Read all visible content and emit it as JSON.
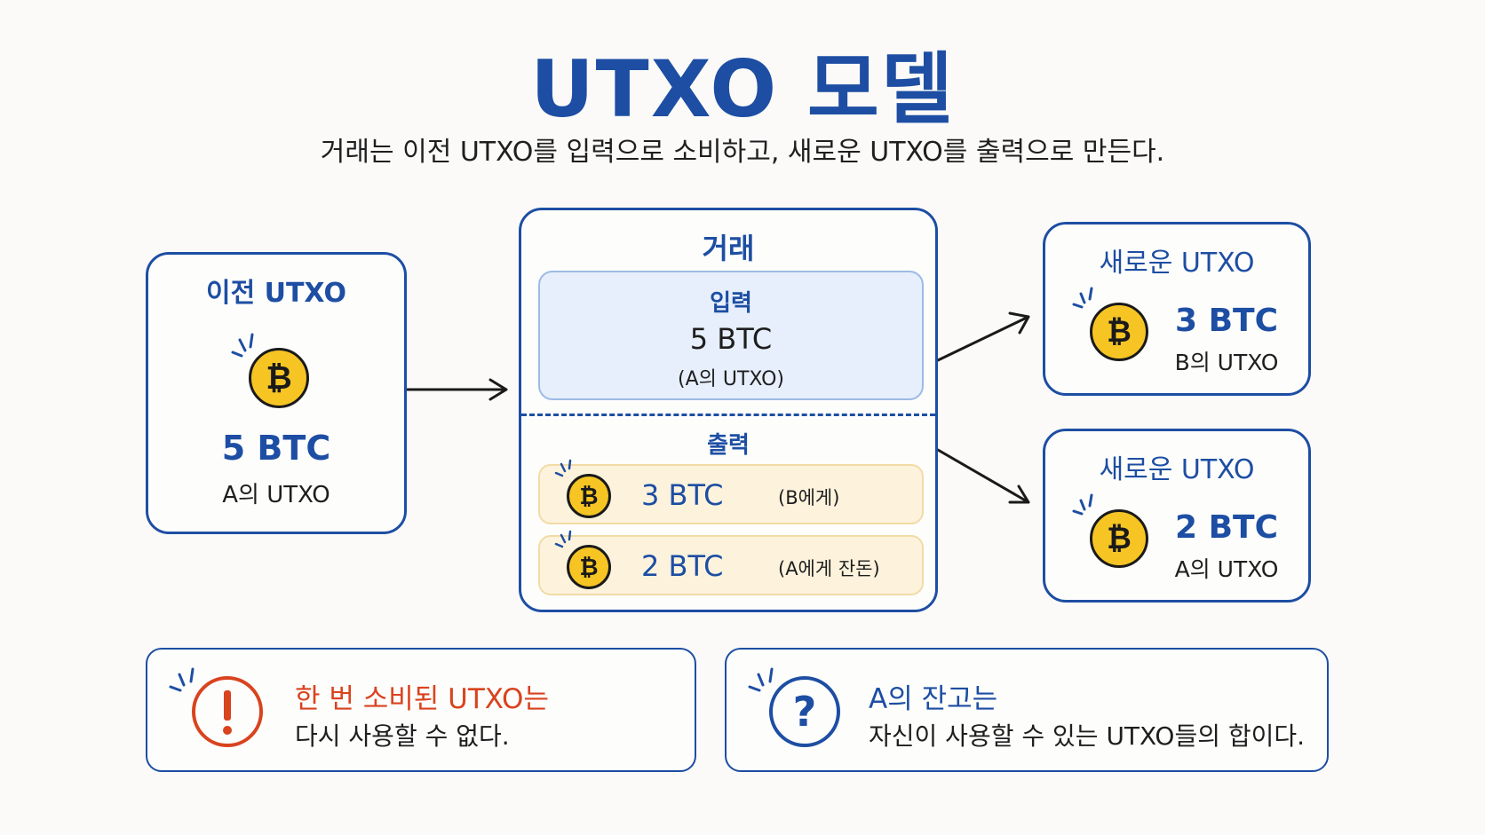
{
  "title": "UTXO 모델",
  "subtitle": "거래는 이전 UTXO를 입력으로 소비하고, 새로운 UTXO를 출력으로 만든다.",
  "colors": {
    "primary_blue": "#1d4ea3",
    "coin_gold": "#f6c524",
    "warning_red": "#d9431e",
    "input_fill": "#e6effb",
    "output_fill": "#fdf3dd"
  },
  "previous_utxo": {
    "heading": "이전 UTXO",
    "icon": "bitcoin-coin-icon",
    "amount": "5 BTC",
    "owner": "A의 UTXO"
  },
  "transaction": {
    "heading": "거래",
    "input": {
      "label": "입력",
      "amount": "5 BTC",
      "note": "(A의 UTXO)"
    },
    "output": {
      "label": "출력",
      "items": [
        {
          "icon": "bitcoin-coin-icon",
          "amount": "3 BTC",
          "note": "(B에게)"
        },
        {
          "icon": "bitcoin-coin-icon",
          "amount": "2 BTC",
          "note": "(A에게 잔돈)"
        }
      ]
    }
  },
  "new_utxos": [
    {
      "heading": "새로운 UTXO",
      "icon": "bitcoin-coin-icon",
      "amount": "3 BTC",
      "owner": "B의 UTXO"
    },
    {
      "heading": "새로운 UTXO",
      "icon": "bitcoin-coin-icon",
      "amount": "2 BTC",
      "owner": "A의 UTXO"
    }
  ],
  "notes": [
    {
      "icon": "exclamation-icon",
      "headline": "한 번 소비된 UTXO는",
      "body": "다시 사용할 수 없다."
    },
    {
      "icon": "question-icon",
      "headline": "A의 잔고는",
      "body": "자신이 사용할 수 있는 UTXO들의 합이다."
    }
  ]
}
